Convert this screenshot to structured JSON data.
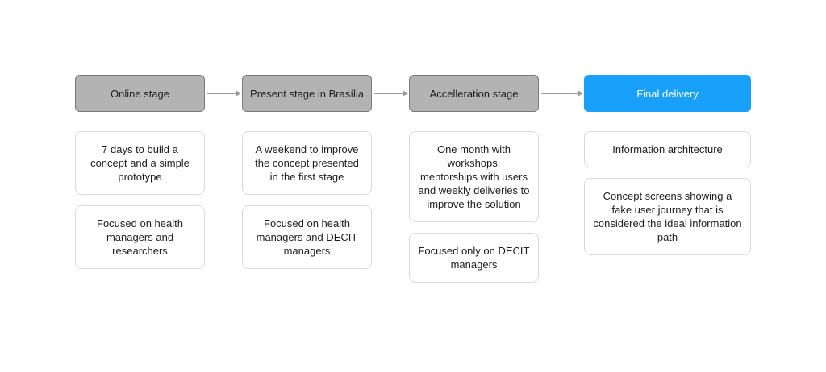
{
  "stages": [
    {
      "title": "Online stage",
      "cards": [
        "7 days to build a concept and a simple prototype",
        "Focused on health managers and researchers"
      ]
    },
    {
      "title": "Present stage in Brasília",
      "cards": [
        "A weekend to improve the concept presented in the first stage",
        "Focused on health managers and DECIT managers"
      ]
    },
    {
      "title": "Accelleration stage",
      "cards": [
        "One month with workshops, mentorships with users and weekly deliveries to improve the solution",
        "Focused only on DECIT managers"
      ]
    },
    {
      "title": "Final delivery",
      "cards": [
        "Information architecture",
        "Concept screens showing a fake user journey that is considered the ideal information path"
      ]
    }
  ],
  "colors": {
    "stage_fill": "#b3b3b3",
    "stage_border": "#7a7a7a",
    "final_fill": "#18a0fb",
    "final_text": "#ffffff",
    "card_border": "#d9d9d9",
    "arrow": "#9a9a9a",
    "text": "#1d1d1f",
    "bg": "#ffffff"
  }
}
